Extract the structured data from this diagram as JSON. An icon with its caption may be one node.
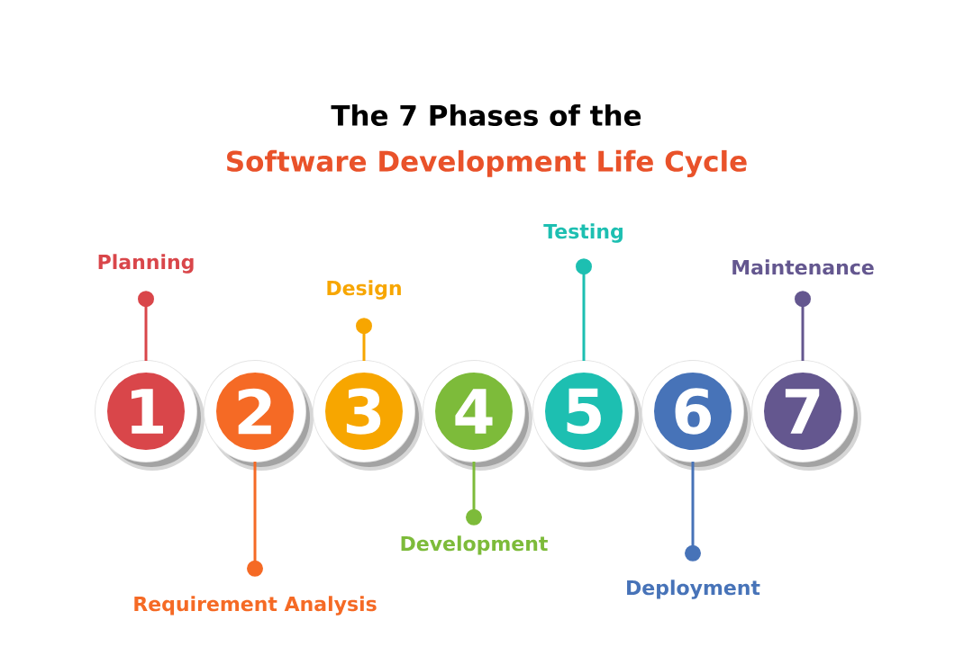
{
  "diagram": {
    "title": "The 7 Phases of the",
    "nodes": [
      {
        "text": [
          "1"
        ]
      },
      {
        "text": [
          "2"
        ]
      },
      {
        "text": [
          "3"
        ]
      },
      {
        "text": [
          "4"
        ]
      },
      {
        "text": [
          "5"
        ]
      },
      {
        "text": [
          "6"
        ]
      },
      {
        "text": [
          "7"
        ]
      },
      {
        "text": [
          "Planning"
        ]
      },
      {
        "text": [
          "Requirement Analysis"
        ]
      },
      {
        "text": [
          "Design"
        ]
      },
      {
        "text": [
          "Development"
        ]
      },
      {
        "text": [
          "Testing"
        ]
      },
      {
        "text": [
          "Deployment"
        ]
      },
      {
        "text": [
          "Maintenance"
        ]
      }
    ],
    "edges": [
      {
        "from": 7,
        "to": 0,
        "arrow": "other",
        "color": "#d9464a"
      },
      {
        "from": 8,
        "to": 1,
        "arrow": "other",
        "color": "#f56a25"
      },
      {
        "from": 9,
        "to": 2,
        "arrow": "other",
        "color": "#f7a600"
      },
      {
        "from": 10,
        "to": 3,
        "arrow": "other",
        "color": "#7dbb3a"
      },
      {
        "from": 11,
        "to": 4,
        "arrow": "other",
        "color": "#1dbfb1"
      },
      {
        "from": 12,
        "to": 5,
        "arrow": "other",
        "color": "#4773b8"
      },
      {
        "from": 13,
        "to": 6,
        "arrow": "other",
        "color": "#64578f"
      }
    ],
    "labels": [
      "Software Development Life Cycle"
    ]
  }
}
